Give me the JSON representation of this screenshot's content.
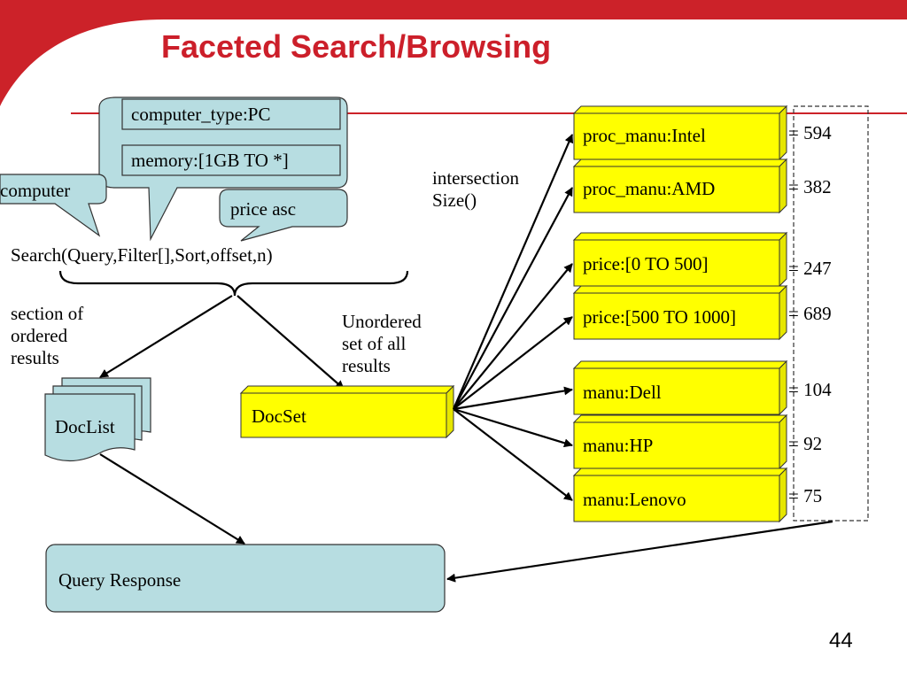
{
  "slide": {
    "title": "Faceted Search/Browsing",
    "page_number": "44",
    "colors": {
      "title_red": "#cc1f2a",
      "callout_fill": "#b7dde1",
      "facet_box_yellow": "#ffff00",
      "query_response_fill": "#b7dde1"
    }
  },
  "callouts": {
    "filter_1": "computer_type:PC",
    "filter_2": "memory:[1GB TO *]",
    "query": "computer",
    "sort": "price asc"
  },
  "search_call": "Search(Query,Filter[],Sort,offset,n)",
  "labels": {
    "ordered_section": [
      "section of",
      "ordered",
      "results"
    ],
    "unordered_set": [
      "Unordered",
      "set of all",
      "results"
    ],
    "intersection": [
      "intersection",
      "Size()"
    ]
  },
  "boxes": {
    "doclist": "DocList",
    "docset": "DocSet",
    "query_response": "Query Response"
  },
  "facets": [
    {
      "label": "proc_manu:Intel",
      "count": "= 594"
    },
    {
      "label": "proc_manu:AMD",
      "count": "= 382"
    },
    {
      "label": "price:[0 TO 500]",
      "count": "= 247"
    },
    {
      "label": "price:[500 TO 1000]",
      "count": "= 689"
    },
    {
      "label": "manu:Dell",
      "count": "= 104"
    },
    {
      "label": "manu:HP",
      "count": "= 92"
    },
    {
      "label": "manu:Lenovo",
      "count": "= 75"
    }
  ]
}
